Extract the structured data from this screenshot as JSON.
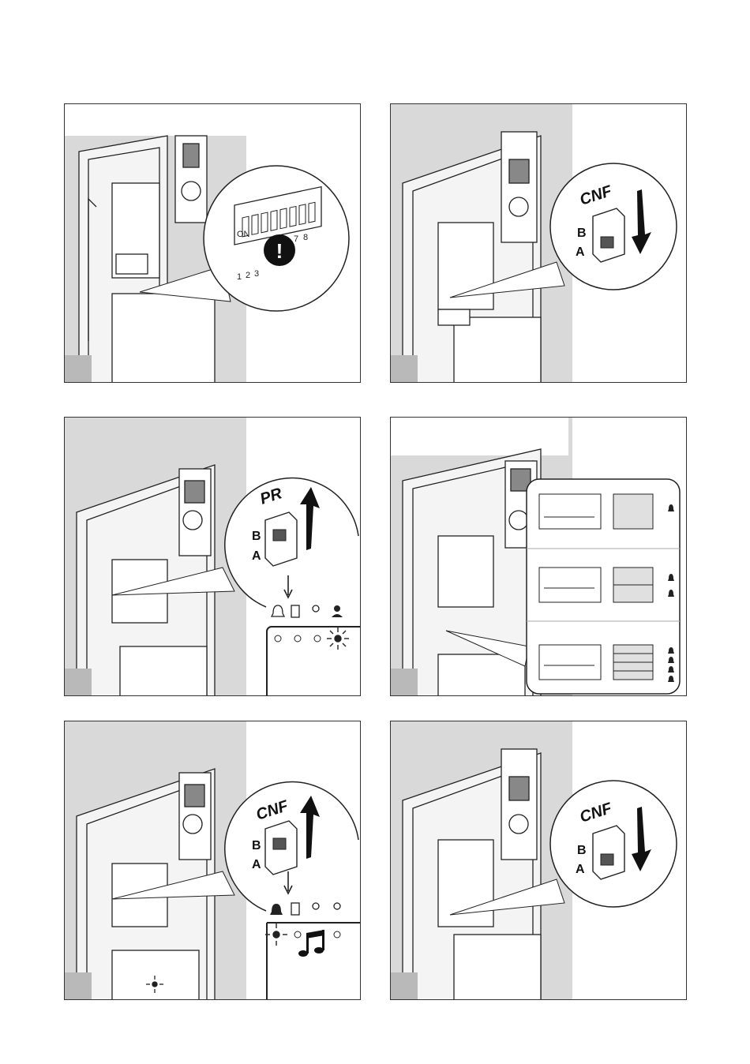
{
  "dip_switch": {
    "on_label": "ON",
    "numbers": [
      "1",
      "2",
      "3",
      "7",
      "8"
    ],
    "warning_symbol": "!"
  },
  "switch_labels": {
    "cnf": "CNF",
    "pr": "PR",
    "b": "B",
    "a": "A"
  },
  "icons": [
    "bell-icon",
    "door-icon",
    "speaking-person-icon",
    "person-icon",
    "music-note-icon",
    "down-arrow-icon",
    "up-arrow-icon"
  ],
  "colors": {
    "shade": "#d9d9d9",
    "line": "#222222",
    "marker": "#b9b9b9"
  }
}
